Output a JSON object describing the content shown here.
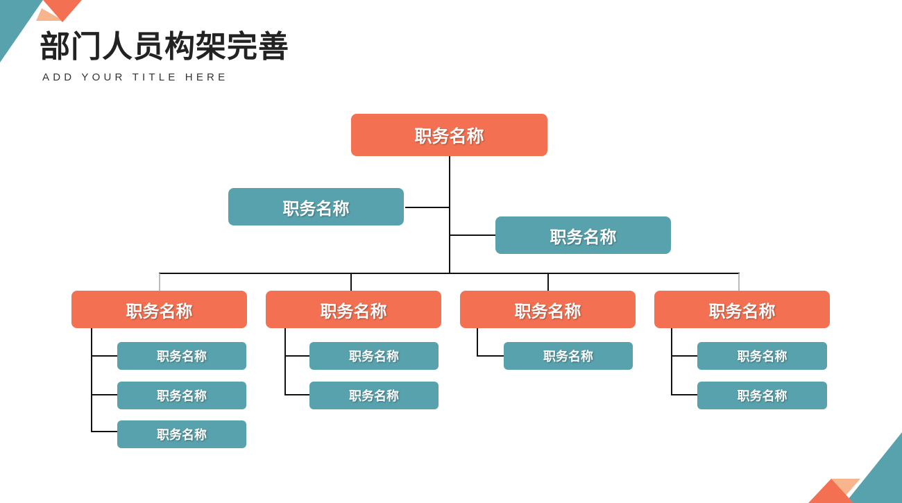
{
  "header": {
    "title": "部门人员构架完善",
    "subtitle": "ADD YOUR TITLE HERE"
  },
  "colors": {
    "orange": "#f37152",
    "teal": "#58a2ad",
    "peach": "#f7b58e",
    "line": "#111111"
  },
  "org": {
    "top": "职务名称",
    "assistant_left": "职务名称",
    "assistant_right": "职务名称",
    "departments": [
      {
        "label": "职务名称",
        "members": [
          "职务名称",
          "职务名称",
          "职务名称"
        ]
      },
      {
        "label": "职务名称",
        "members": [
          "职务名称",
          "职务名称"
        ]
      },
      {
        "label": "职务名称",
        "members": [
          "职务名称"
        ]
      },
      {
        "label": "职务名称",
        "members": [
          "职务名称",
          "职务名称"
        ]
      }
    ]
  }
}
